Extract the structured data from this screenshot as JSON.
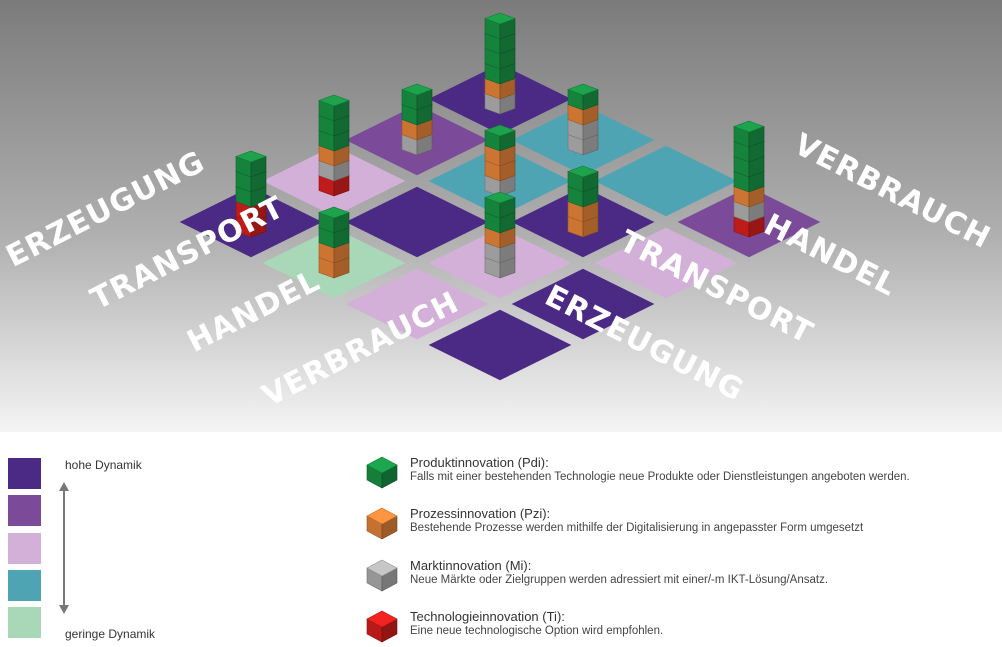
{
  "axes": {
    "left": [
      "ERZEUGUNG",
      "TRANSPORT",
      "HANDEL",
      "VERBRAUCH"
    ],
    "right": [
      "ERZEUGUNG",
      "TRANSPORT",
      "HANDEL",
      "VERBRAUCH"
    ]
  },
  "dynamics": {
    "high_label": "hohe Dynamik",
    "low_label": "geringe Dynamik",
    "levels": [
      {
        "color": "#4b2a85"
      },
      {
        "color": "#7b4a98"
      },
      {
        "color": "#d3b0d8"
      },
      {
        "color": "#4fa4b4"
      },
      {
        "color": "#a9d8b8"
      }
    ]
  },
  "innovations": [
    {
      "key": "pdi",
      "color": "#1a9a48",
      "title": "Produktinnovation (Pdi):",
      "desc": "Falls mit einer bestehenden Technologie neue Produkte oder Dienstleistungen angeboten werden."
    },
    {
      "key": "pzi",
      "color": "#f08a3c",
      "title": "Prozessinnovation (Pzi):",
      "desc": "Bestehende Prozesse werden mithilfe der Digitalisierung in angepasster Form umgesetzt"
    },
    {
      "key": "mi",
      "color": "#b7b7b7",
      "title": "Marktinnovation (Mi):",
      "desc": "Neue Märkte oder Zielgruppen werden adressiert mit einer/-m IKT-Lösung/Ansatz."
    },
    {
      "key": "ti",
      "color": "#e0201e",
      "title": "Technologieinnovation (Ti):",
      "desc": "Eine neue technologische Option wird empfohlen."
    }
  ],
  "tiles": [
    {
      "name": "erz-erz",
      "level": 0,
      "stack": [
        "mi",
        "pzi",
        "pdi",
        "pdi",
        "pdi",
        "pdi"
      ]
    },
    {
      "name": "erz-tra",
      "level": 1,
      "stack": [
        "mi",
        "pzi",
        "pdi",
        "pdi"
      ]
    },
    {
      "name": "erz-han",
      "level": 2,
      "stack": [
        "ti",
        "mi",
        "pzi",
        "pdi",
        "pdi",
        "pdi"
      ]
    },
    {
      "name": "erz-ver",
      "level": 0,
      "stack": [
        "ti",
        "ti",
        "pdi",
        "pdi",
        "pdi"
      ]
    },
    {
      "name": "tra-erz",
      "level": 3,
      "stack": [
        "mi",
        "mi",
        "pzi",
        "pdi"
      ]
    },
    {
      "name": "tra-tra",
      "level": 3,
      "stack": [
        "mi",
        "pzi",
        "pzi",
        "pdi"
      ]
    },
    {
      "name": "tra-han",
      "level": 0,
      "stack": []
    },
    {
      "name": "tra-ver",
      "level": 4,
      "stack": [
        "pzi",
        "pzi",
        "pdi",
        "pdi"
      ]
    },
    {
      "name": "han-erz",
      "level": 3,
      "stack": []
    },
    {
      "name": "han-tra",
      "level": 0,
      "stack": [
        "pzi",
        "pzi",
        "pdi",
        "pdi"
      ]
    },
    {
      "name": "han-han",
      "level": 2,
      "stack": [
        "mi",
        "mi",
        "pzi",
        "pdi",
        "pdi"
      ]
    },
    {
      "name": "han-ver",
      "level": 2,
      "stack": []
    },
    {
      "name": "ver-erz",
      "level": 1,
      "stack": [
        "ti",
        "mi",
        "pzi",
        "pdi",
        "pdi",
        "pdi",
        "pdi"
      ]
    },
    {
      "name": "ver-tra",
      "level": 2,
      "stack": []
    },
    {
      "name": "ver-han",
      "level": 0,
      "stack": []
    },
    {
      "name": "ver-ver",
      "level": 0,
      "stack": []
    }
  ]
}
